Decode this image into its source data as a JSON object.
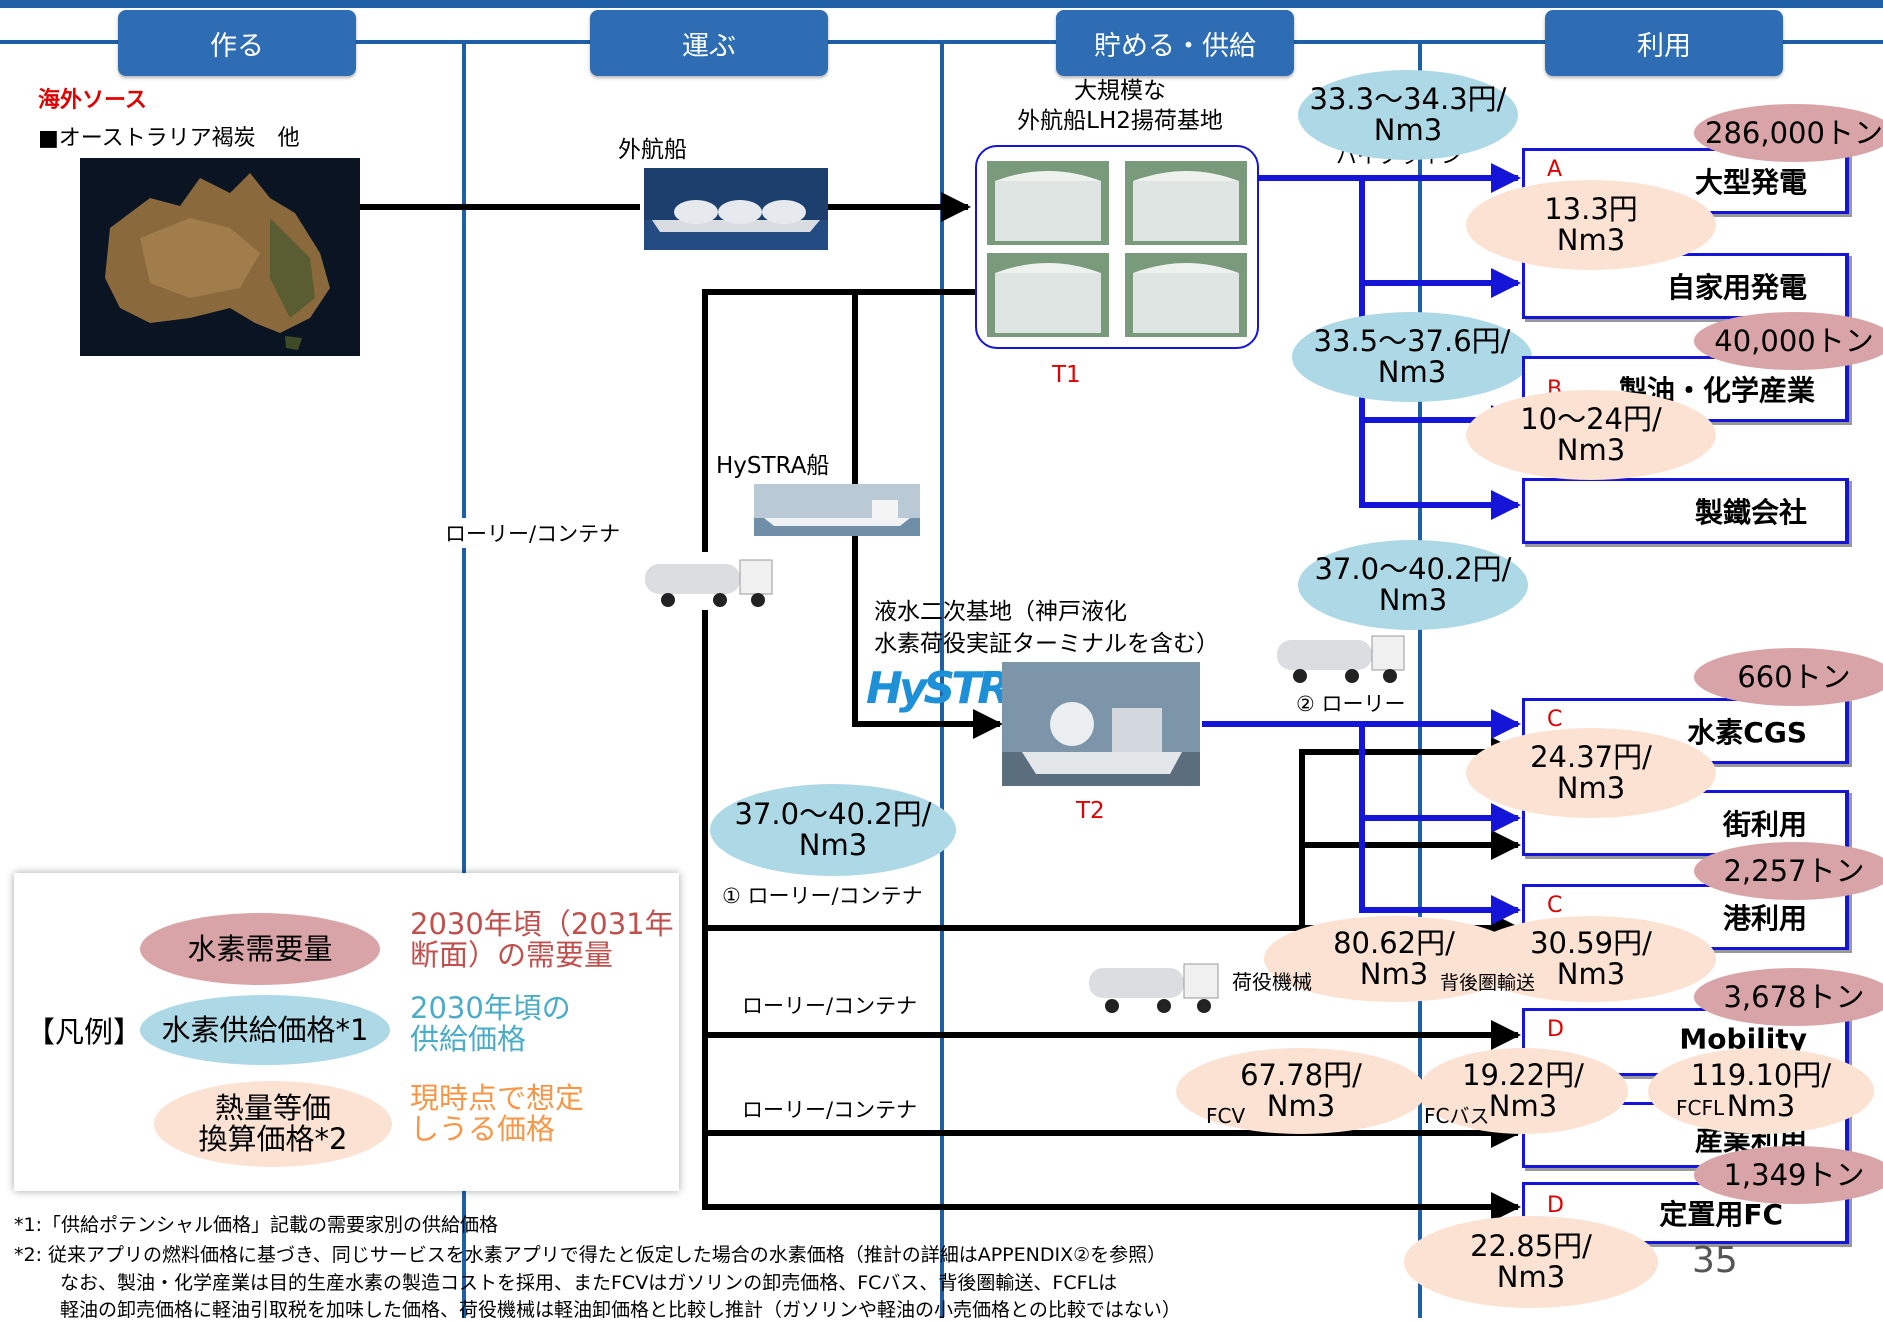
{
  "headers": {
    "make": "作る",
    "transport": "運ぶ",
    "store": "貯める・供給",
    "use": "利用"
  },
  "source": {
    "title": "海外ソース",
    "subtitle": "■オーストラリア褐炭　他"
  },
  "labels": {
    "ocean_ship": "外航船",
    "terminal": [
      "大規模な",
      "外航船LH2揚荷基地"
    ],
    "t1": "T1",
    "t2": "T2",
    "pipeline": "パイプライン",
    "lorry_container": "ローリー/コンテナ",
    "hystra_ship": "HySTRA船",
    "base": [
      "液水二次基地（神戸液化",
      "水素荷役実証ターミナルを含む）"
    ],
    "hystra_logo": "HySTRA",
    "lorry2": "② ローリー",
    "lorry1": "① ローリー/コンテナ",
    "lorry_container_2": "ローリー/コンテナ",
    "lorry_container_3": "ローリー/コンテナ",
    "cargo": "荷役機械",
    "hinterland": "背後圏輸送",
    "fcv": "FCV",
    "fcbus": "FCバス",
    "fcfl": "FCFL",
    "page": "35"
  },
  "supply_prices": [
    {
      "l1": "33.3～34.3円/",
      "l2": "Nm3"
    },
    {
      "l1": "33.5～37.6円/",
      "l2": "Nm3"
    },
    {
      "l1": "37.0～40.2円/",
      "l2": "Nm3"
    },
    {
      "l1": "37.0～40.2円/",
      "l2": "Nm3"
    }
  ],
  "demand": [
    "286,000トン",
    "40,000トン",
    "660トン",
    "2,257トン",
    "3,678トン",
    "1,349トン"
  ],
  "heat_prices": [
    {
      "l1": "13.3円",
      "l2": "Nm3"
    },
    {
      "l1": "10～24円/",
      "l2": "Nm3"
    },
    {
      "l1": "24.37円/",
      "l2": "Nm3"
    },
    {
      "l1": "80.62円/",
      "l2": "Nm3"
    },
    {
      "l1": "30.59円/",
      "l2": "Nm3"
    },
    {
      "l1": "67.78円/",
      "l2": "Nm3"
    },
    {
      "l1": "19.22円/",
      "l2": "Nm3"
    },
    {
      "l1": "119.10円/",
      "l2": "Nm3"
    },
    {
      "l1": "22.85円/",
      "l2": "Nm3"
    }
  ],
  "uses": [
    {
      "name": "大型発電",
      "letter": "A"
    },
    {
      "name": "自家用発電",
      "letter": ""
    },
    {
      "name": "製油・化学産業",
      "letter": "B"
    },
    {
      "name": "製鐵会社",
      "letter": ""
    },
    {
      "name": "水素CGS",
      "letter": "C"
    },
    {
      "name": "街利用",
      "letter": ""
    },
    {
      "name": "港利用",
      "letter": "C"
    },
    {
      "name": "Mobility",
      "letter": "D"
    },
    {
      "name": "産業利用",
      "letter": ""
    },
    {
      "name": "定置用FC",
      "letter": "D"
    }
  ],
  "legend": {
    "title": "【凡例】",
    "demand": "水素需要量",
    "demand_desc": [
      "2030年頃（2031年",
      "断面）の需要量"
    ],
    "supply": "水素供給価格*1",
    "supply_desc": [
      "2030年頃の",
      "供給価格"
    ],
    "heat": [
      "熱量等価",
      "換算価格*2"
    ],
    "heat_desc": [
      "現時点で想定",
      "しうる価格"
    ]
  },
  "notes": [
    "*1:「供給ポテンシャル価格」記載の需要家別の供給価格",
    "*2: 従来アプリの燃料価格に基づき、同じサービスを水素アプリで得たと仮定した場合の水素価格（推計の詳細はAPPENDIX②を参照）",
    "なお、製油・化学産業は目的生産水素の製造コストを採用、またFCVはガソリンの卸売価格、FCバス、背後圏輸送、FCFLは",
    "軽油の卸売価格に軽油引取税を加味した価格、荷役機械は軽油卸価格と比較し推計（ガソリンや軽油の小売価格との比較ではない）"
  ],
  "colors": {
    "header": "#2e6db3",
    "blue_flow": "#1515d8",
    "supply": "#add8e6",
    "demand": "#d9a4a8",
    "heat": "#fbe2d3",
    "legend_demand": "#c0504d",
    "legend_supply": "#4aacc6",
    "legend_heat": "#f79646"
  }
}
